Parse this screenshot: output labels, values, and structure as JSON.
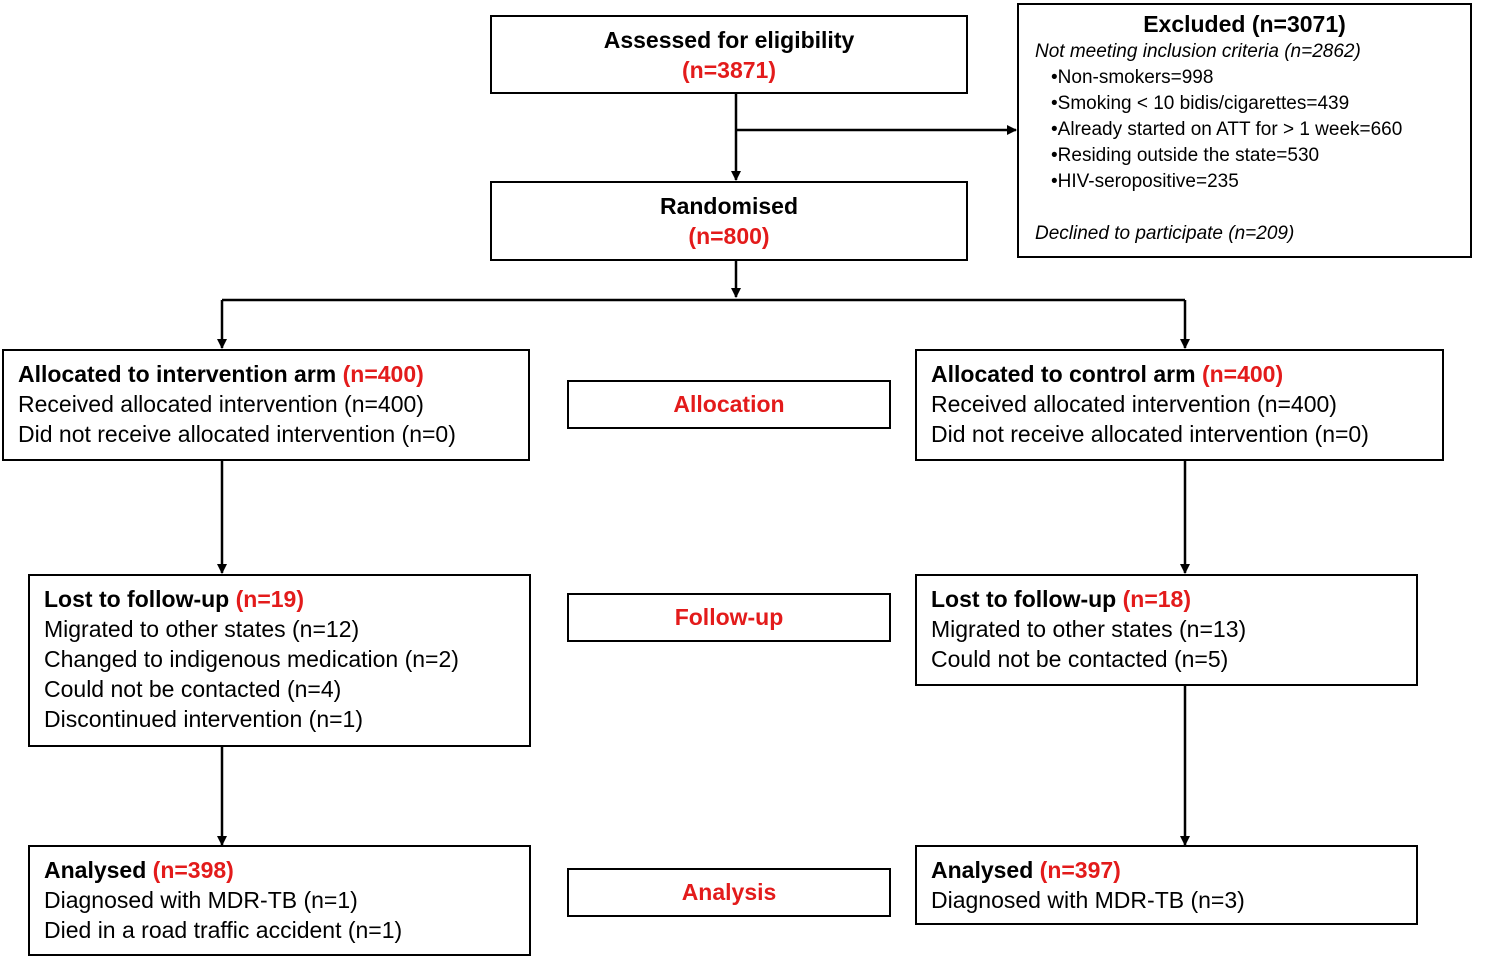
{
  "assessed": {
    "title": "Assessed for eligibility",
    "count": "(n=3871)"
  },
  "excluded": {
    "title": "Excluded (n=3071)",
    "subheading": "Not meeting inclusion criteria (n=2862)",
    "bullets": [
      "Non-smokers=998",
      "Smoking < 10 bidis/cigarettes=439",
      "Already started on ATT for > 1 week=660",
      "Residing outside the state=530",
      "HIV-seropositive=235"
    ],
    "declined": "Declined to participate (n=209)"
  },
  "randomised": {
    "title": "Randomised",
    "count": "(n=800)"
  },
  "stages": {
    "allocation": "Allocation",
    "followup": "Follow-up",
    "analysis": "Analysis"
  },
  "intervention": {
    "allocated": {
      "title": "Allocated to intervention arm",
      "count": "(n=400)",
      "lines": [
        "Received allocated intervention (n=400)",
        "Did not receive allocated intervention (n=0)"
      ]
    },
    "followup": {
      "title": "Lost to follow-up",
      "count": "(n=19)",
      "lines": [
        "Migrated to other states  (n=12)",
        "Changed to indigenous medication (n=2)",
        "Could not be contacted (n=4)",
        "Discontinued intervention (n=1)"
      ]
    },
    "analysed": {
      "title": "Analysed",
      "count": "(n=398)",
      "lines": [
        "Diagnosed with MDR-TB (n=1)",
        "Died in a road traffic accident (n=1)"
      ]
    }
  },
  "control": {
    "allocated": {
      "title": "Allocated to control  arm",
      "count": "(n=400)",
      "lines": [
        "Received allocated intervention (n=400)",
        "Did not receive allocated intervention (n=0)"
      ]
    },
    "followup": {
      "title": "Lost to follow-up",
      "count": "(n=18)",
      "lines": [
        "Migrated to other states  (n=13)",
        "Could not be contacted (n=5)"
      ]
    },
    "analysed": {
      "title": "Analysed",
      "count": "(n=397)",
      "lines": [
        "Diagnosed with MDR-TB (n=3)"
      ]
    }
  }
}
